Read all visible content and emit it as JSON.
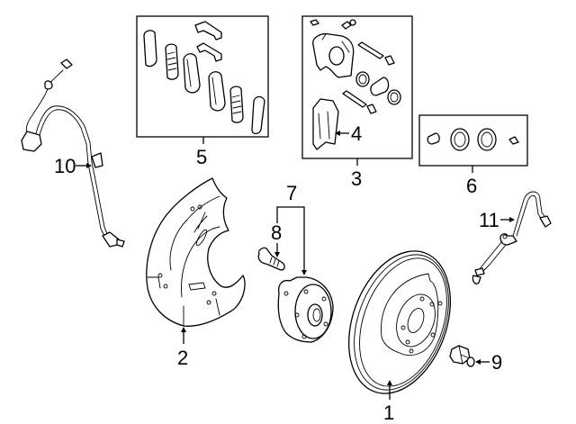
{
  "diagram": {
    "title": "Front brake assembly exploded view",
    "background_color": "#ffffff",
    "line_color": "#000000",
    "callouts": [
      {
        "id": "1",
        "label": "1",
        "part": "brake-rotor"
      },
      {
        "id": "2",
        "label": "2",
        "part": "splash-shield"
      },
      {
        "id": "3",
        "label": "3",
        "part": "caliper-assembly"
      },
      {
        "id": "4",
        "label": "4",
        "part": "caliper-support-bracket"
      },
      {
        "id": "5",
        "label": "5",
        "part": "brake-pad-kit"
      },
      {
        "id": "6",
        "label": "6",
        "part": "caliper-seal-kit"
      },
      {
        "id": "7",
        "label": "7",
        "part": "hub-bearing-assembly"
      },
      {
        "id": "8",
        "label": "8",
        "part": "wheel-stud"
      },
      {
        "id": "9",
        "label": "9",
        "part": "hub-nut"
      },
      {
        "id": "10",
        "label": "10",
        "part": "abs-sensor-front"
      },
      {
        "id": "11",
        "label": "11",
        "part": "brake-hose"
      }
    ]
  }
}
